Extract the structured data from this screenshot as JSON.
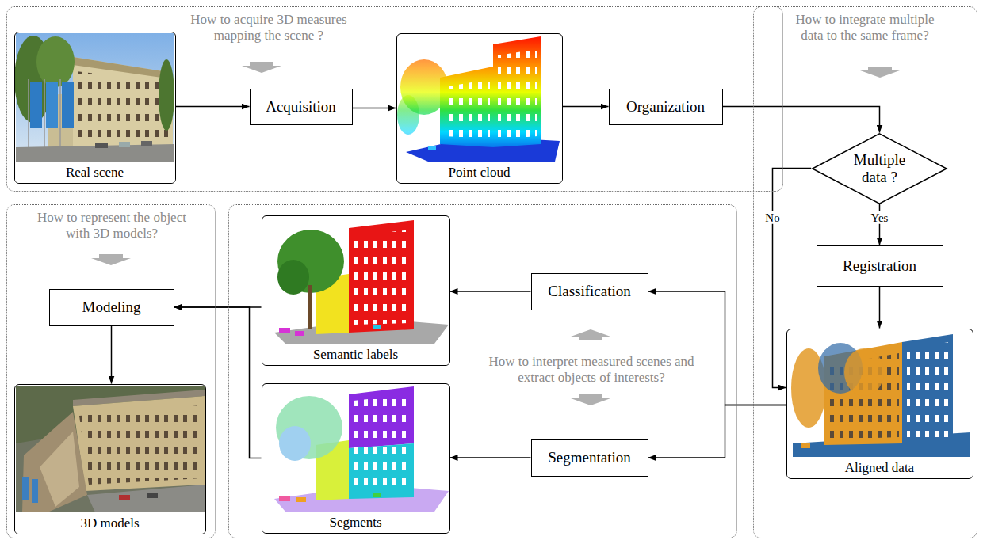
{
  "diagram": {
    "nodes": [
      {
        "text": [
          "How to acquire 3D measures mapping the scene ?"
        ]
      },
      {
        "text": [
          "Real scene"
        ],
        "in": 0
      },
      {
        "text": [
          "Acquisition"
        ],
        "in": 0
      },
      {
        "text": [
          "Point cloud"
        ],
        "in": 0
      },
      {
        "text": [
          "Organization"
        ],
        "in": 0
      },
      {
        "text": [
          "How to integrate multiple data to the same frame?"
        ]
      },
      {
        "text": [
          "Multiple data ?"
        ],
        "in": 5
      },
      {
        "text": [
          "Registration"
        ],
        "in": 5
      },
      {
        "text": [
          "Aligned data"
        ],
        "in": 5
      },
      {
        "text": [
          "How to represent the object with 3D models?"
        ]
      },
      {
        "text": [
          "Modeling"
        ],
        "in": 9
      },
      {
        "text": [
          "3D models"
        ],
        "in": 9
      },
      {
        "text": [
          "How to interpret measured scenes and extract objects of interests?"
        ]
      },
      {
        "text": [
          "Semantic labels"
        ],
        "in": 12
      },
      {
        "text": [
          "Classification"
        ],
        "in": 12
      },
      {
        "text": [
          "Segmentation"
        ],
        "in": 12
      },
      {
        "text": [
          "Segments"
        ],
        "in": 12
      }
    ],
    "edges": [
      {
        "from": 1,
        "to": 2,
        "arrow": "to"
      },
      {
        "from": 2,
        "to": 3,
        "arrow": "to"
      },
      {
        "from": 3,
        "to": 4,
        "arrow": "to"
      },
      {
        "from": 4,
        "to": 6,
        "arrow": "to"
      },
      {
        "from": 6,
        "to": 7,
        "label": "Yes",
        "arrow": "to"
      },
      {
        "from": 7,
        "to": 8,
        "arrow": "to"
      },
      {
        "from": 6,
        "to": 8,
        "label": "No",
        "arrow": "to"
      },
      {
        "from": 8,
        "to": 14,
        "arrow": "to"
      },
      {
        "from": 8,
        "to": 15,
        "arrow": "to"
      },
      {
        "from": 14,
        "to": 13,
        "arrow": "to"
      },
      {
        "from": 15,
        "to": 16,
        "arrow": "to"
      },
      {
        "from": 13,
        "to": 10,
        "arrow": "to"
      },
      {
        "from": 16,
        "to": 10,
        "arrow": "to"
      },
      {
        "from": 10,
        "to": 11,
        "arrow": "to"
      }
    ]
  }
}
